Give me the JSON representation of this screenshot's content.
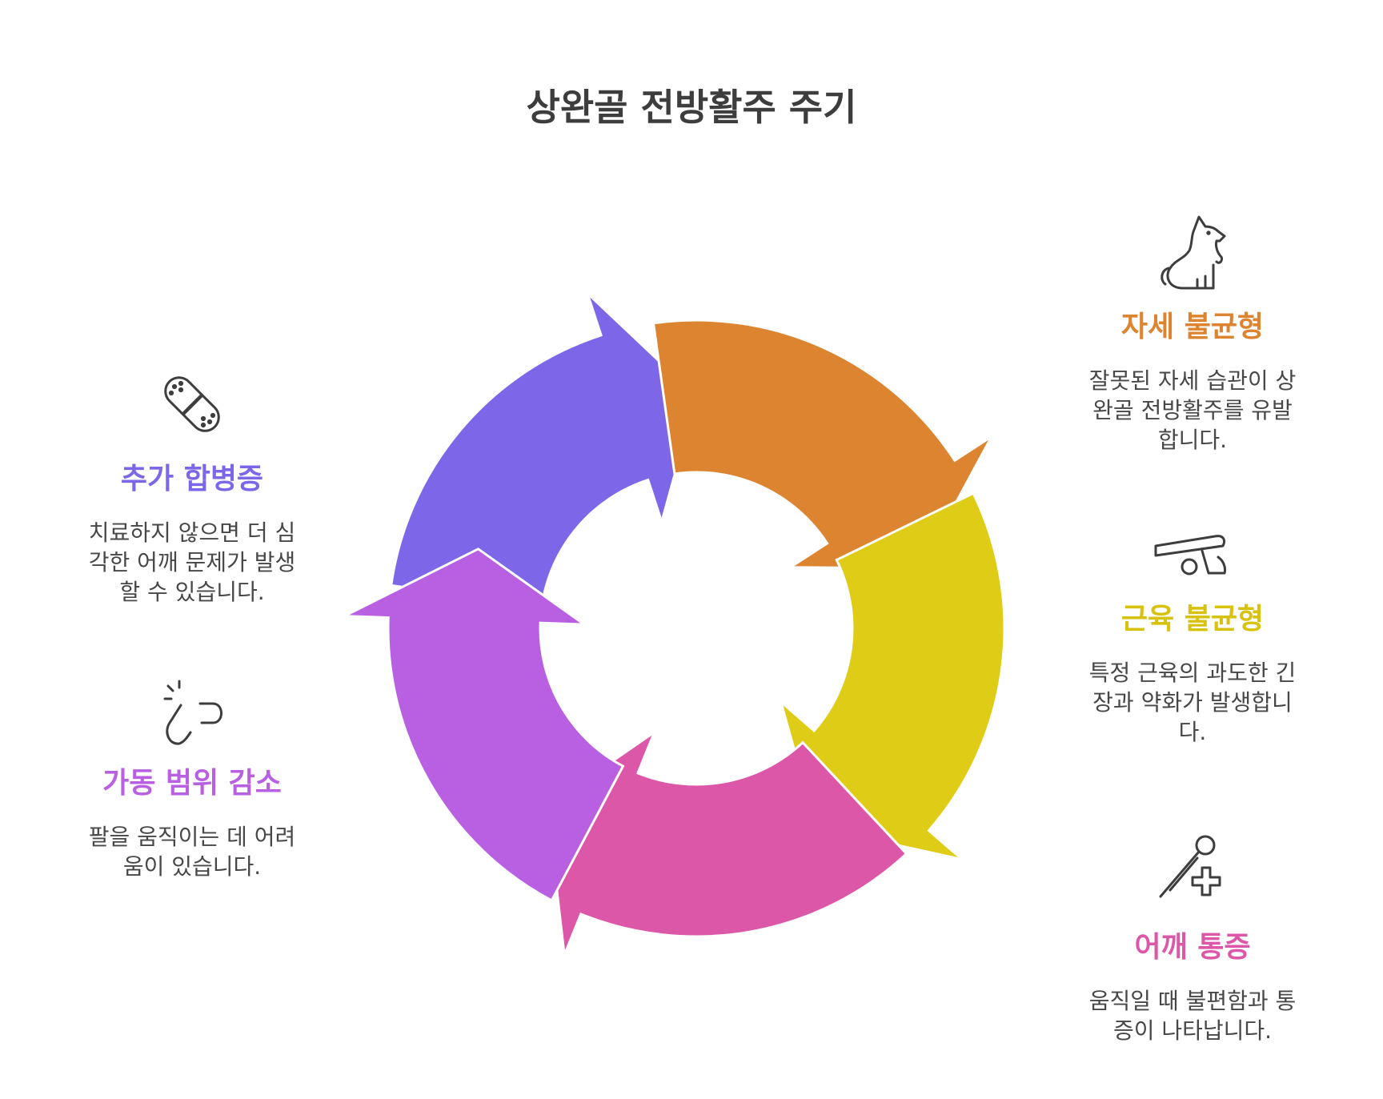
{
  "title": "상완골 전방활주 주기",
  "colors": {
    "orange": "#DD8431",
    "yellow": "#DECC16",
    "pink": "#DD57A8",
    "purple": "#B85FE2",
    "violet": "#7D67E8"
  },
  "steps": [
    {
      "id": "posture",
      "icon": "dog-icon",
      "heading": "자세 불균형",
      "desc_lines": [
        "잘못된 자세 습관이 상",
        "완골 전방활주를 유발",
        "합니다."
      ],
      "color": "#DD8431"
    },
    {
      "id": "muscle",
      "icon": "exercise-bar-icon",
      "heading": "근육 불균형",
      "desc_lines": [
        "특정 근육의 과도한 긴",
        "장과 약화가 발생합니",
        "다."
      ],
      "color": "#D9C20F"
    },
    {
      "id": "pain",
      "icon": "thermometer-medical-icon",
      "heading": "어깨 통증",
      "desc_lines": [
        "움직일 때 불편함과 통",
        "증이 나타납니다."
      ],
      "color": "#DD57A8"
    },
    {
      "id": "rom",
      "icon": "broken-link-icon",
      "heading": "가동 범위 감소",
      "desc_lines": [
        "팔을 움직이는 데 어려",
        "움이 있습니다."
      ],
      "color": "#B85FE2"
    },
    {
      "id": "complication",
      "icon": "bandage-icon",
      "heading": "추가 합병증",
      "desc_lines": [
        "치료하지 않으면 더 심",
        "각한 어깨 문제가 발생",
        "할 수 있습니다."
      ],
      "color": "#7D67E8"
    }
  ]
}
